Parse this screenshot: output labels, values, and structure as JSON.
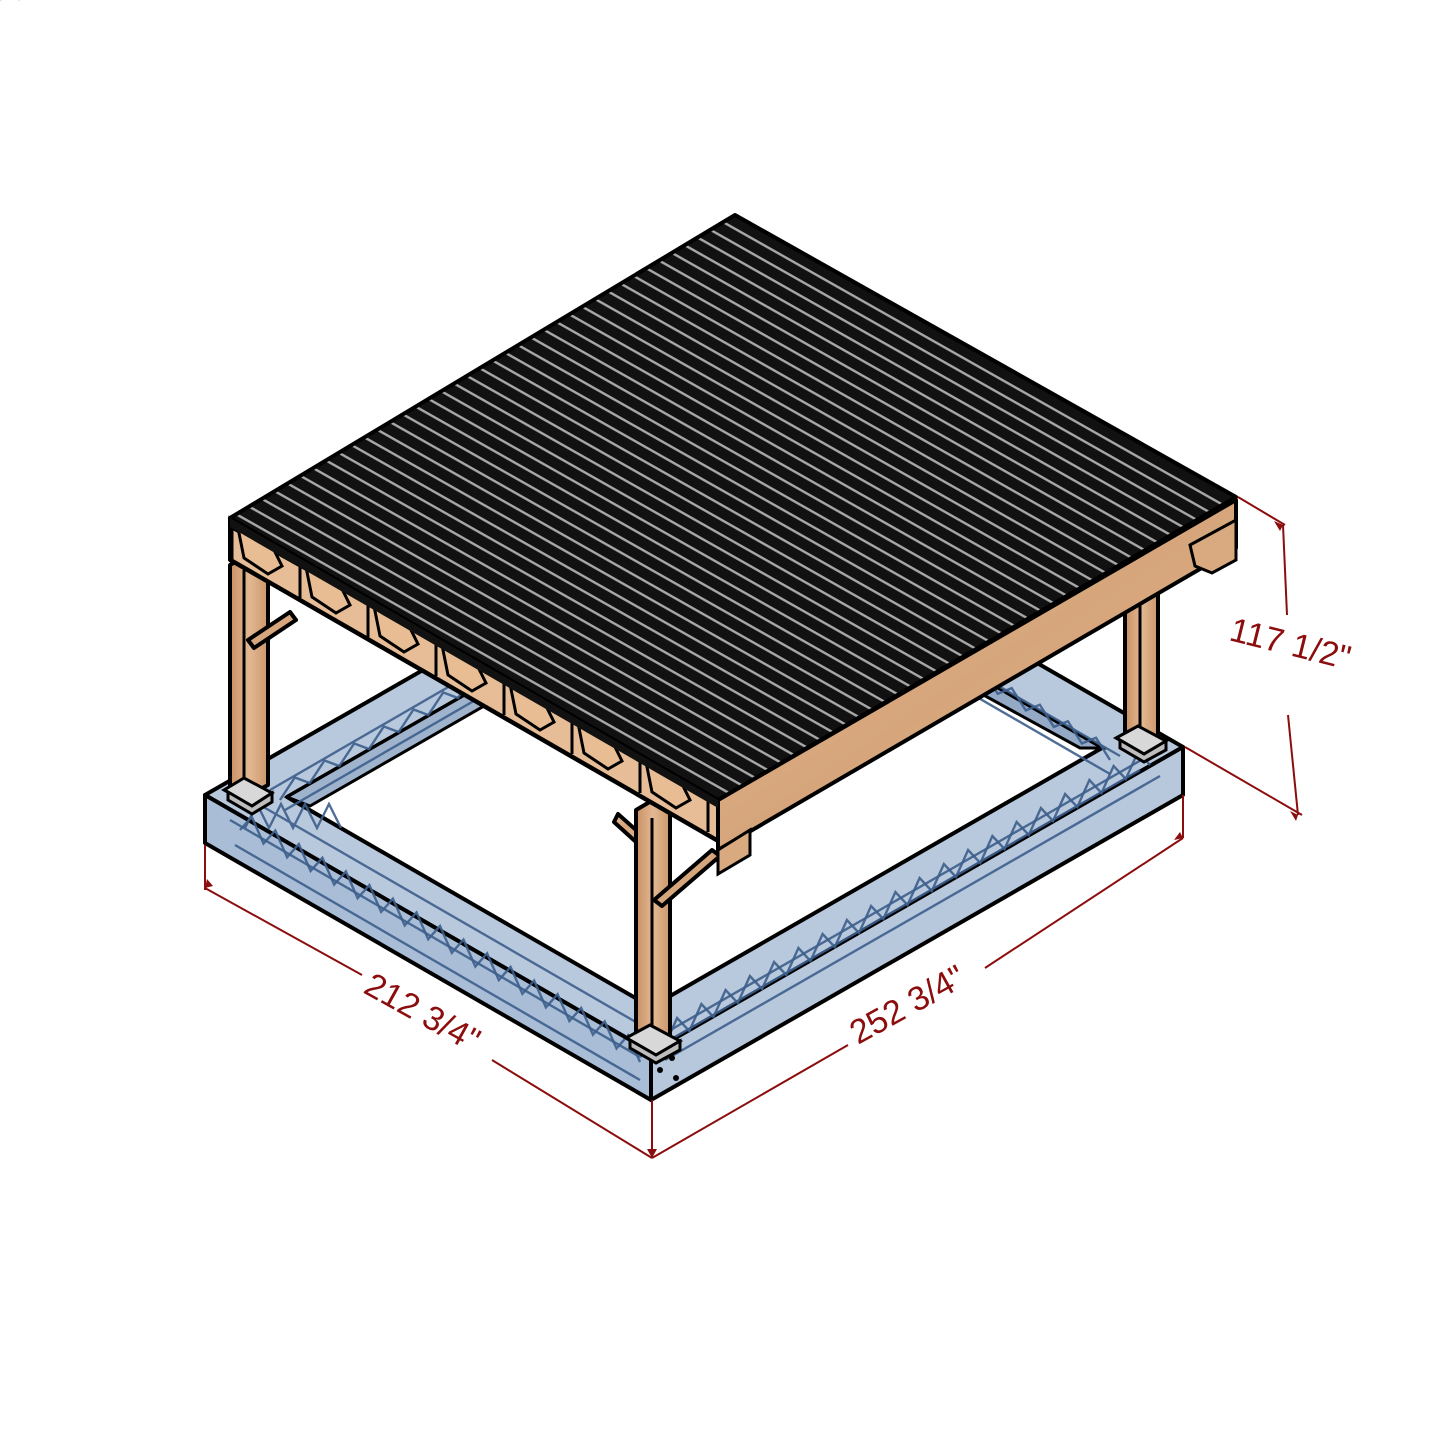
{
  "drawing": {
    "subject": "Isometric view of timber pavilion with corrugated roof on reinforced concrete perimeter footing",
    "colors": {
      "dimension": "#8b0d0d",
      "roof": "#1a1a1a",
      "roof_highlight": "#9a9a9a",
      "timber": "#dcae86",
      "timber_dark": "#c8956a",
      "concrete": "#b8c8dc",
      "concrete_dark": "#9fb3cc",
      "rebar": "#3d5f8c",
      "post_base": "#cfcfcf"
    },
    "dimensions": {
      "height": "117 1/2\"",
      "depth": "212 3/4\"",
      "width": "252 3/4\""
    },
    "components": [
      {
        "name": "Corrugated roof panel"
      },
      {
        "name": "Timber rafters with gussets"
      },
      {
        "name": "Timber beams"
      },
      {
        "name": "Timber posts (4)"
      },
      {
        "name": "Knee braces"
      },
      {
        "name": "Steel post bases"
      },
      {
        "name": "Concrete perimeter footing"
      },
      {
        "name": "Rebar cage"
      }
    ]
  }
}
